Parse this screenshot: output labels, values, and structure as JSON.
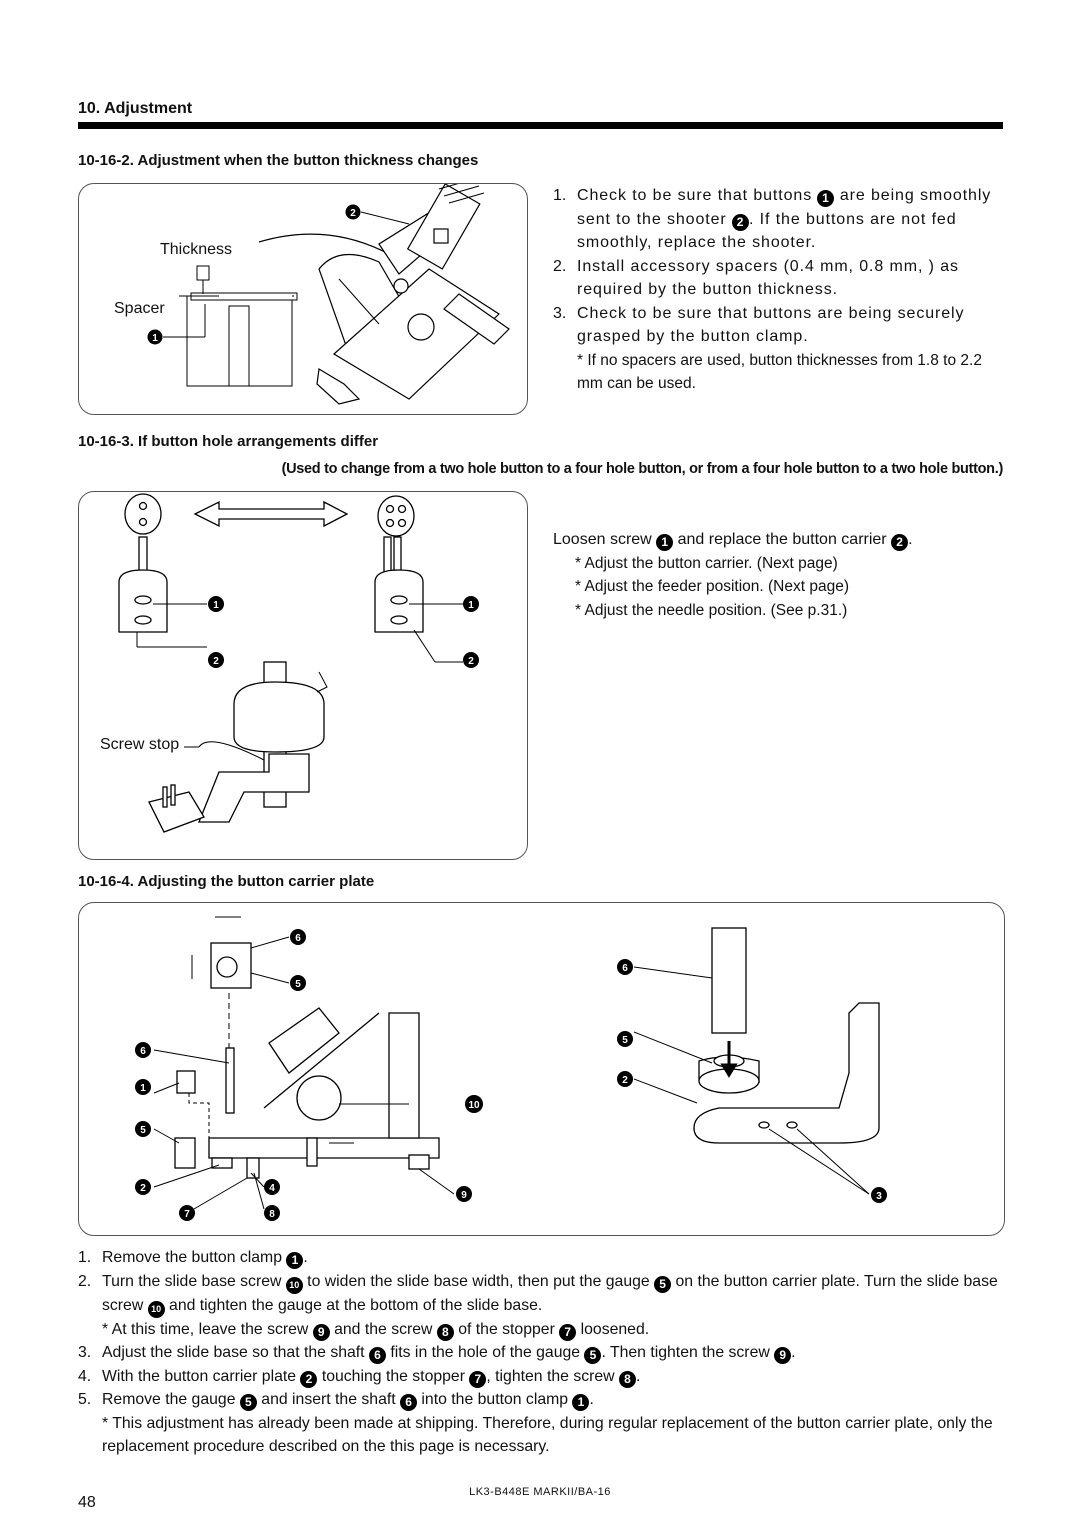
{
  "page": {
    "section_title": "10. Adjustment",
    "page_number": "48",
    "doc_code": "LK3-B448E MARKII/BA-16"
  },
  "sec1": {
    "title": "10-16-2. Adjustment when the button thickness changes",
    "fig_labels": {
      "thickness": "Thickness",
      "spacer": "Spacer"
    },
    "steps": [
      {
        "num": "1.",
        "pre": "Check to be sure that buttons ",
        "c1": "1",
        "mid": " are being smoothly sent to the shooter ",
        "c2": "2",
        "post": ". If the buttons are not fed smoothly, replace the shooter."
      },
      {
        "num": "2.",
        "text": "Install accessory spacers (0.4 mm, 0.8 mm, ) as required by the button thickness."
      },
      {
        "num": "3.",
        "text": "Check to be sure that buttons are being securely grasped by the button clamp."
      }
    ],
    "note": "* If no spacers are used, button thicknesses from 1.8 to 2.2 mm can be used."
  },
  "sec2": {
    "title": "10-16-3. If button hole arrangements differ",
    "subtitle": "(Used to change from a two hole button to a four hole button, or from a four hole button to a two hole button.)",
    "fig_labels": {
      "screw_stop": "Screw stop"
    },
    "intro_pre": "Loosen screw ",
    "intro_c1": "1",
    "intro_mid": " and replace the button carrier ",
    "intro_c2": "2",
    "intro_post": ".",
    "notes": [
      "* Adjust the button carrier. (Next page)",
      "* Adjust the feeder position. (Next page)",
      "* Adjust the needle position. (See p.31.)"
    ]
  },
  "sec3": {
    "title": "10-16-4. Adjusting the button carrier plate",
    "steps": [
      {
        "num": "1.",
        "parts": [
          "Remove the button clamp ",
          "#1",
          "."
        ]
      },
      {
        "num": "2.",
        "parts": [
          "Turn the slide base screw ",
          "#10",
          " to widen the slide base width, then put the gauge ",
          "#5",
          " on the button carrier plate. Turn the slide base screw ",
          "#10",
          " and tighten the gauge at the bottom of the slide base."
        ]
      },
      {
        "num": "",
        "parts": [
          "* At this time, leave the screw ",
          "#9",
          " and the screw ",
          "#8",
          " of the stopper ",
          "#7",
          " loosened."
        ]
      },
      {
        "num": "3.",
        "parts": [
          "Adjust the slide base so that the shaft ",
          "#6",
          " fits in the hole of the gauge ",
          "#5",
          ". Then tighten the screw ",
          "#9",
          "."
        ]
      },
      {
        "num": "4.",
        "parts": [
          "With the button carrier plate ",
          "#2",
          " touching the stopper ",
          "#7",
          ", tighten the screw ",
          "#8",
          "."
        ]
      },
      {
        "num": "5.",
        "parts": [
          "Remove the gauge ",
          "#5",
          " and insert the shaft ",
          "#6",
          " into the button clamp ",
          "#1",
          "."
        ]
      },
      {
        "num": "",
        "parts": [
          "* This adjustment has already been made at shipping. Therefore, during regular replacement of the button carrier plate, only the replacement procedure described on the this page is necessary."
        ]
      }
    ]
  }
}
